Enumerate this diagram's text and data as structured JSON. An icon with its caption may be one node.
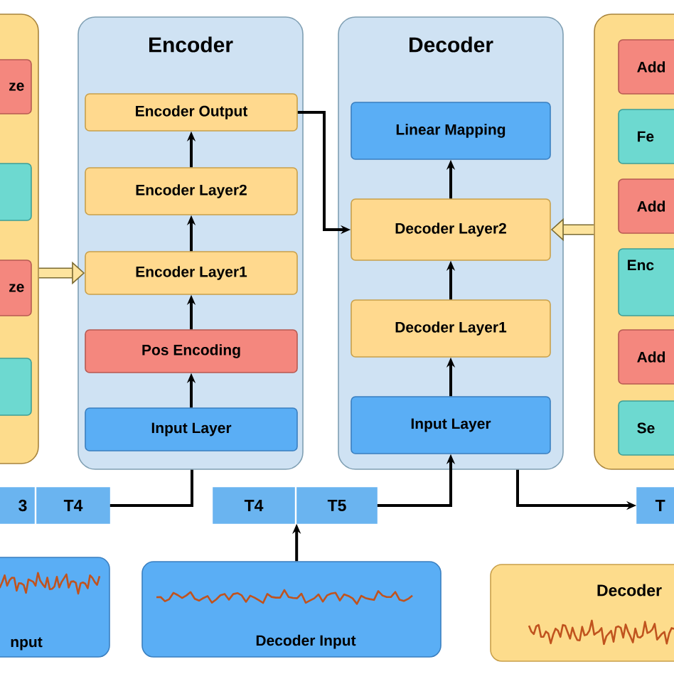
{
  "diagram": {
    "nodes": [
      {
        "text": [],
        "shape": "box"
      },
      {
        "text": [
          "ze"
        ],
        "in": 0
      },
      {
        "text": [],
        "shape": "box",
        "in": 0
      },
      {
        "text": [
          "ze"
        ],
        "in": 0
      },
      {
        "text": [],
        "shape": "box",
        "in": 0
      },
      {
        "text": [
          "Encoder"
        ]
      },
      {
        "text": [
          "Encoder Output"
        ],
        "in": 5
      },
      {
        "text": [
          "Encoder Layer2"
        ],
        "in": 5
      },
      {
        "text": [
          "Encoder Layer1"
        ],
        "in": 5
      },
      {
        "text": [
          "Pos Encoding"
        ],
        "in": 5
      },
      {
        "text": [
          "Input Layer"
        ],
        "in": 5
      },
      {
        "text": [
          "Decoder"
        ]
      },
      {
        "text": [
          "Linear Mapping"
        ],
        "in": 11
      },
      {
        "text": [
          "Decoder Layer2"
        ],
        "in": 11
      },
      {
        "text": [
          "Decoder Layer1"
        ],
        "in": 11
      },
      {
        "text": [
          "Input Layer"
        ],
        "in": 11
      },
      {
        "text": [],
        "shape": "box"
      },
      {
        "text": [
          "Add"
        ],
        "in": 16
      },
      {
        "text": [
          "Fe"
        ],
        "in": 16
      },
      {
        "text": [
          "Add"
        ],
        "in": 16
      },
      {
        "text": [
          "Enc"
        ],
        "in": 16
      },
      {
        "text": [
          "Add"
        ],
        "in": 16
      },
      {
        "text": [
          "Se"
        ],
        "in": 16
      },
      {
        "text": [
          "3"
        ]
      },
      {
        "text": [
          "T4"
        ]
      },
      {
        "text": [
          "T4"
        ]
      },
      {
        "text": [
          "T5"
        ]
      },
      {
        "text": [
          "T"
        ]
      },
      {
        "text": [
          "nput"
        ]
      },
      {
        "text": [
          "Decoder Input"
        ]
      },
      {
        "text": [
          "Decoder"
        ]
      }
    ],
    "edges": [
      {
        "from": 10,
        "to": 9,
        "arrow": "to"
      },
      {
        "from": 9,
        "to": 8,
        "arrow": "to"
      },
      {
        "from": 8,
        "to": 7,
        "arrow": "to"
      },
      {
        "from": 7,
        "to": 6,
        "arrow": "to"
      },
      {
        "from": 0,
        "to": 8,
        "arrow": "to",
        "style": "thick",
        "color": "#7a6a30"
      },
      {
        "from": 6,
        "to": 13,
        "arrow": "to"
      },
      {
        "from": 16,
        "to": 13,
        "arrow": "to",
        "style": "thick",
        "color": "#7a6a30"
      },
      {
        "from": 15,
        "to": 14,
        "arrow": "to"
      },
      {
        "from": 14,
        "to": 13,
        "arrow": "to"
      },
      {
        "from": 13,
        "to": 12,
        "arrow": "to"
      },
      {
        "from": 24,
        "to": 5,
        "arrow": "none"
      },
      {
        "from": 29,
        "to": 26,
        "arrow": "to"
      },
      {
        "from": 26,
        "to": 15,
        "arrow": "to"
      },
      {
        "from": 11,
        "to": 27,
        "arrow": "to"
      }
    ]
  }
}
